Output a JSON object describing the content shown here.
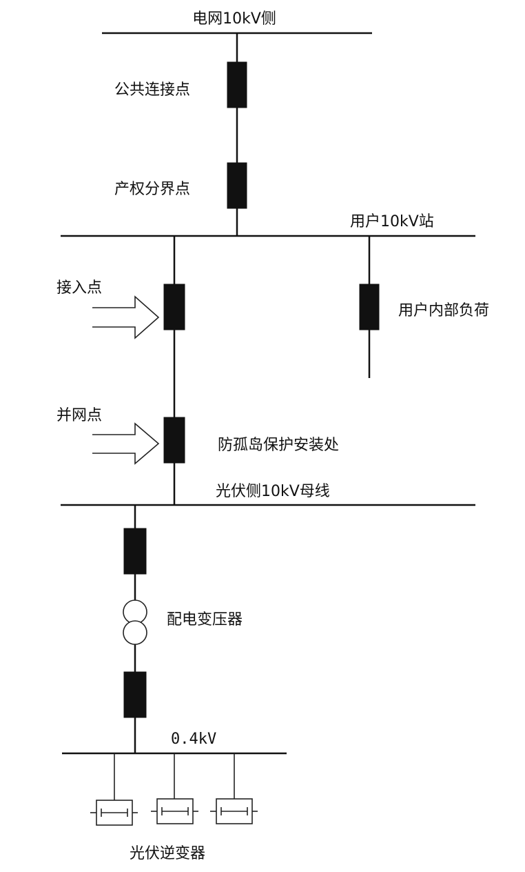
{
  "labels": {
    "grid_side": "电网10kV侧",
    "common_connection_point": "公共连接点",
    "property_boundary_point": "产权分界点",
    "user_station": "用户10kV站",
    "access_point": "接入点",
    "user_internal_load": "用户内部负荷",
    "grid_connection_point": "并网点",
    "anti_islanding_location": "防孤岛保护安装处",
    "pv_bus": "光伏侧10kV母线",
    "distribution_transformer": "配电变压器",
    "low_voltage_bus": "0.4kV",
    "pv_inverter": "光伏逆变器"
  }
}
